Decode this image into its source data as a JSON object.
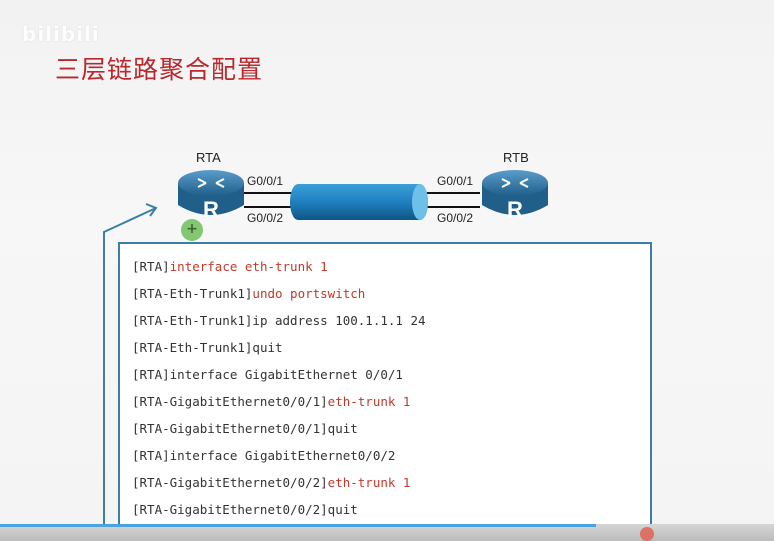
{
  "watermark": "bilibili",
  "slide": {
    "title": "三层链路聚合配置"
  },
  "topology": {
    "router_left": {
      "name": "RTA",
      "icon": "R"
    },
    "router_right": {
      "name": "RTB",
      "icon": "R"
    },
    "left_ports": [
      "G0/0/1",
      "G0/0/2"
    ],
    "right_ports": [
      "G0/0/1",
      "G0/0/2"
    ],
    "trunk_color": "#1f7fbf",
    "router_color": "#2d6f9a"
  },
  "config_lines": [
    {
      "prompt": "[RTA]",
      "command": "interface eth-trunk 1",
      "highlight": true
    },
    {
      "prompt": "[RTA-Eth-Trunk1]",
      "command": "undo portswitch",
      "highlight": true
    },
    {
      "prompt": "[RTA-Eth-Trunk1]",
      "command": "ip address 100.1.1.1 24",
      "highlight": false
    },
    {
      "prompt": "[RTA-Eth-Trunk1]",
      "command": "quit",
      "highlight": false
    },
    {
      "prompt": "[RTA]",
      "command": "interface GigabitEthernet 0/0/1",
      "highlight": false
    },
    {
      "prompt": "[RTA-GigabitEthernet0/0/1]",
      "command": "eth-trunk 1",
      "highlight": true
    },
    {
      "prompt": "[RTA-GigabitEthernet0/0/1]",
      "command": "quit",
      "highlight": false
    },
    {
      "prompt": "[RTA]",
      "command": "interface GigabitEthernet0/0/2",
      "highlight": false
    },
    {
      "prompt": "[RTA-GigabitEthernet0/0/2]",
      "command": "eth-trunk 1",
      "highlight": true
    },
    {
      "prompt": "[RTA-GigabitEthernet0/0/2]",
      "command": "quit",
      "highlight": false
    }
  ],
  "video": {
    "progress": 0.77,
    "accent": "#4aa3df"
  }
}
